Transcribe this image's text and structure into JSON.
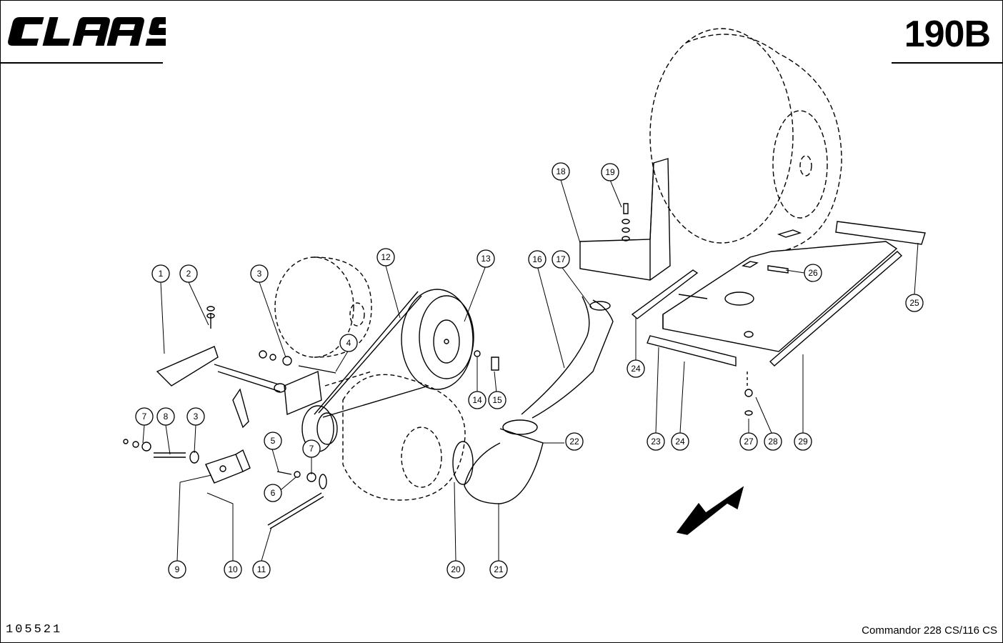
{
  "header": {
    "brand": "CLAAS",
    "page_code": "190B"
  },
  "footer": {
    "drawing_number": "105521",
    "model": "Commandor 228 CS/116 CS"
  },
  "callouts": [
    {
      "id": "1",
      "label": "1"
    },
    {
      "id": "2",
      "label": "2"
    },
    {
      "id": "3a",
      "label": "3"
    },
    {
      "id": "4",
      "label": "4"
    },
    {
      "id": "12",
      "label": "12"
    },
    {
      "id": "13",
      "label": "13"
    },
    {
      "id": "16",
      "label": "16"
    },
    {
      "id": "17",
      "label": "17"
    },
    {
      "id": "18",
      "label": "18"
    },
    {
      "id": "19",
      "label": "19"
    },
    {
      "id": "14",
      "label": "14"
    },
    {
      "id": "15",
      "label": "15"
    },
    {
      "id": "7a",
      "label": "7"
    },
    {
      "id": "8",
      "label": "8"
    },
    {
      "id": "3b",
      "label": "3"
    },
    {
      "id": "5",
      "label": "5"
    },
    {
      "id": "7b",
      "label": "7"
    },
    {
      "id": "6",
      "label": "6"
    },
    {
      "id": "22",
      "label": "22"
    },
    {
      "id": "9",
      "label": "9"
    },
    {
      "id": "10",
      "label": "10"
    },
    {
      "id": "11",
      "label": "11"
    },
    {
      "id": "20",
      "label": "20"
    },
    {
      "id": "21",
      "label": "21"
    },
    {
      "id": "25",
      "label": "25"
    },
    {
      "id": "26",
      "label": "26"
    },
    {
      "id": "24a",
      "label": "24"
    },
    {
      "id": "23",
      "label": "23"
    },
    {
      "id": "24b",
      "label": "24"
    },
    {
      "id": "27",
      "label": "27"
    },
    {
      "id": "28",
      "label": "28"
    },
    {
      "id": "29",
      "label": "29"
    }
  ]
}
